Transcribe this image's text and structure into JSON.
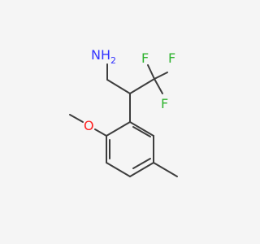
{
  "molecule": {
    "colors": {
      "bond": "#3d3d3d",
      "nitrogen": "#3333ff",
      "oxygen": "#ff2020",
      "fluorine": "#2fb32f",
      "background": "#f5f5f5"
    },
    "atoms": {
      "amine": "NH",
      "amine_h_count": "2",
      "fluorine_top": "F",
      "fluorine_right": "F",
      "fluorine_lower": "F",
      "oxygen": "O"
    }
  }
}
